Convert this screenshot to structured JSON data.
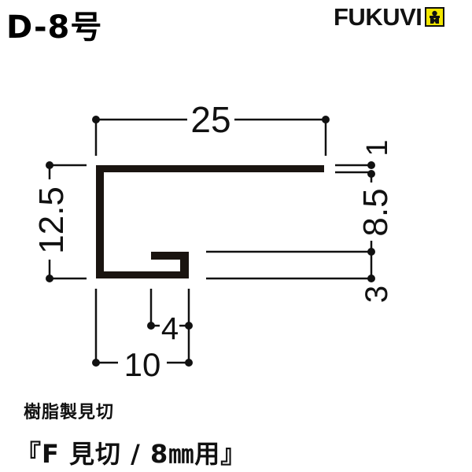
{
  "header": {
    "model": "D-8号",
    "brand": "FUKUVI",
    "brand_icon": "fukuvi-mascot-icon",
    "brand_color": "#f2e600"
  },
  "drawing": {
    "units": "mm",
    "profile_color": "#1a1410",
    "dimensions": {
      "width_top": "25",
      "height_left": "12.5",
      "flange_thickness": "1",
      "inner_gap": "8.5",
      "lip_height": "3",
      "lip_length": "4",
      "bottom_width": "10"
    }
  },
  "footer": {
    "category": "樹脂製見切",
    "product_name": "『F 見切 / 8㎜用』"
  }
}
